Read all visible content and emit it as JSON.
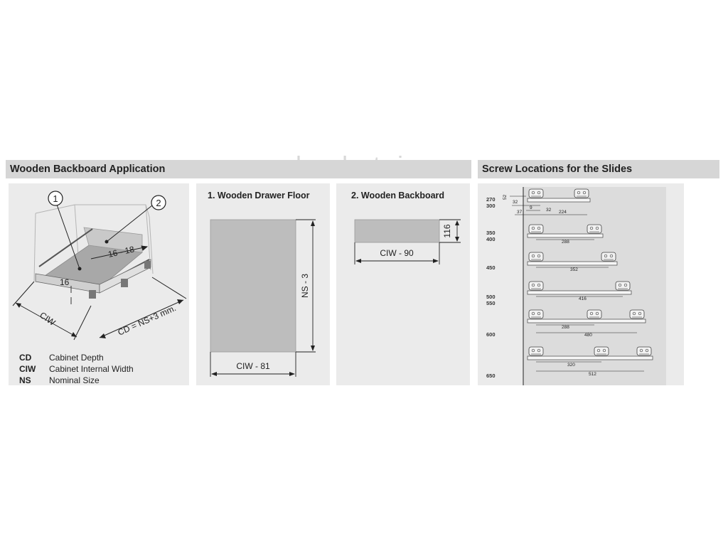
{
  "watermark": "www.kuchstvi.",
  "left_section": {
    "header": "Wooden Backboard Application",
    "drawer": {
      "callout_1": "1",
      "callout_2": "2",
      "dim_16_18": "16 - 18",
      "dim_16": "16",
      "dim_ciw": "CIW",
      "dim_cd": "CD = NS+3 mm."
    },
    "legend": [
      {
        "abbr": "CD",
        "text": "Cabinet Depth"
      },
      {
        "abbr": "CIW",
        "text": "Cabinet Internal Width"
      },
      {
        "abbr": "NS",
        "text": "Nominal Size"
      }
    ]
  },
  "floor_panel": {
    "title": "1. Wooden Drawer Floor",
    "height_label": "NS - 3",
    "width_label": "CIW - 81"
  },
  "backboard_panel": {
    "title": "2. Wooden Backboard",
    "height_label": "116",
    "width_label": "CIW - 90"
  },
  "right_section": {
    "header": "Screw Locations for the Slides",
    "size_labels": [
      "270",
      "300",
      "350",
      "400",
      "450",
      "500",
      "550",
      "600",
      "650"
    ],
    "slide_1": {
      "d52": "52",
      "d32a": "32",
      "d9": "9",
      "d32b": "32",
      "d37": "37",
      "d224": "224"
    },
    "slide_2": {
      "d288": "288"
    },
    "slide_3": {
      "d352": "352"
    },
    "slide_4": {
      "d416": "416"
    },
    "slide_5": {
      "d288": "288",
      "d480": "480"
    },
    "slide_6": {
      "d320": "320",
      "d512": "512"
    }
  },
  "colors": {
    "header_bg": "#d6d6d6",
    "panel_bg": "#ebebeb",
    "board_fill": "#bdbdbd",
    "slides_bg": "#dcdcdc"
  }
}
